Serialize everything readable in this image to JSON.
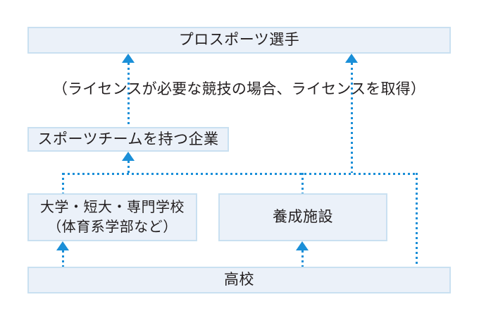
{
  "diagram": {
    "title": "",
    "colors": {
      "box_fill": "#ebf1f9",
      "box_border": "#c9e0f1",
      "connector": "#1a8fd8",
      "text": "#231f20",
      "background": "#ffffff"
    },
    "nodes": {
      "pro_athlete": "プロスポーツ選手",
      "company_with_team": "スポーツチームを持つ企業",
      "university": "大学・短大・専門学校\n（体育系学部など）",
      "training_facility": "養成施設",
      "high_school": "高校"
    },
    "caption": "（ライセンスが必要な競技の場合、ライセンスを取得）",
    "edges": [
      {
        "from": "company_with_team",
        "to": "pro_athlete",
        "style": "dotted-arrow-up"
      },
      {
        "from": "training_facility",
        "to": "pro_athlete",
        "style": "dotted-arrow-up"
      },
      {
        "from": "university",
        "to": "company_with_team",
        "style": "dotted-arrow-up"
      },
      {
        "from": "training_facility",
        "to": "company_with_team",
        "style": "dotted-arrow-up"
      },
      {
        "from": "high_school",
        "to": "university",
        "style": "dotted-arrow-up"
      },
      {
        "from": "high_school",
        "to": "training_facility",
        "style": "dotted-arrow-up"
      }
    ]
  }
}
